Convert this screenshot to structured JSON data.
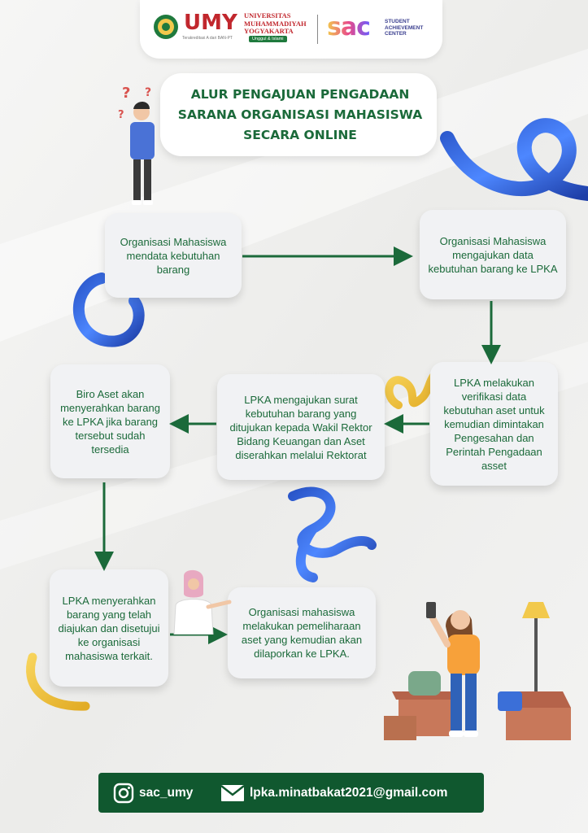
{
  "header": {
    "umy_logo_text": "UMY",
    "university_lines": [
      "UNIVERSITAS",
      "MUHAMMADIYAH",
      "YOGYAKARTA"
    ],
    "umy_tagline": "Unggul & Islami",
    "umy_small_print": "Terakreditasi A dari BAN-PT",
    "sac_logo_text": "sac",
    "sac_lines": [
      "STUDENT",
      "ACHIEVEMENT",
      "CENTER"
    ]
  },
  "title": {
    "lines": [
      "ALUR PENGAJUAN PENGADAAN",
      "SARANA ORGANISASI MAHASISWA",
      "SECARA ONLINE"
    ]
  },
  "steps": [
    {
      "id": "s1",
      "text": "Organisasi Mahasiswa mendata kebutuhan barang"
    },
    {
      "id": "s2",
      "text": "Organisasi Mahasiswa mengajukan data kebutuhan barang ke LPKA"
    },
    {
      "id": "s3",
      "text": "LPKA melakukan verifikasi data kebutuhan aset untuk kemudian dimintakan Pengesahan dan Perintah Pengadaan asset"
    },
    {
      "id": "s4",
      "text": "LPKA mengajukan surat kebutuhan barang yang ditujukan kepada Wakil Rektor Bidang Keuangan dan Aset diserahkan melalui Rektorat"
    },
    {
      "id": "s5",
      "text": "Biro Aset akan menyerahkan barang ke LPKA jika barang tersebut sudah tersedia"
    },
    {
      "id": "s6",
      "text": "LPKA menyerahkan barang yang telah diajukan dan disetujui ke organisasi mahasiswa terkait."
    },
    {
      "id": "s7",
      "text": "Organisasi mahasiswa melakukan pemeliharaan aset yang kemudian akan dilaporkan ke LPKA."
    }
  ],
  "footer": {
    "instagram_handle": "sac_umy",
    "email": "lpka.minatbakat2021@gmail.com",
    "instagram_icon": "instagram-icon",
    "email_icon": "envelope-icon"
  },
  "colors": {
    "primary_green": "#1b6a3a",
    "footer_green": "#10582f",
    "umy_red": "#c1272d",
    "ribbon_blue": "#2f5fd0",
    "ribbon_yellow": "#f2c94c"
  }
}
